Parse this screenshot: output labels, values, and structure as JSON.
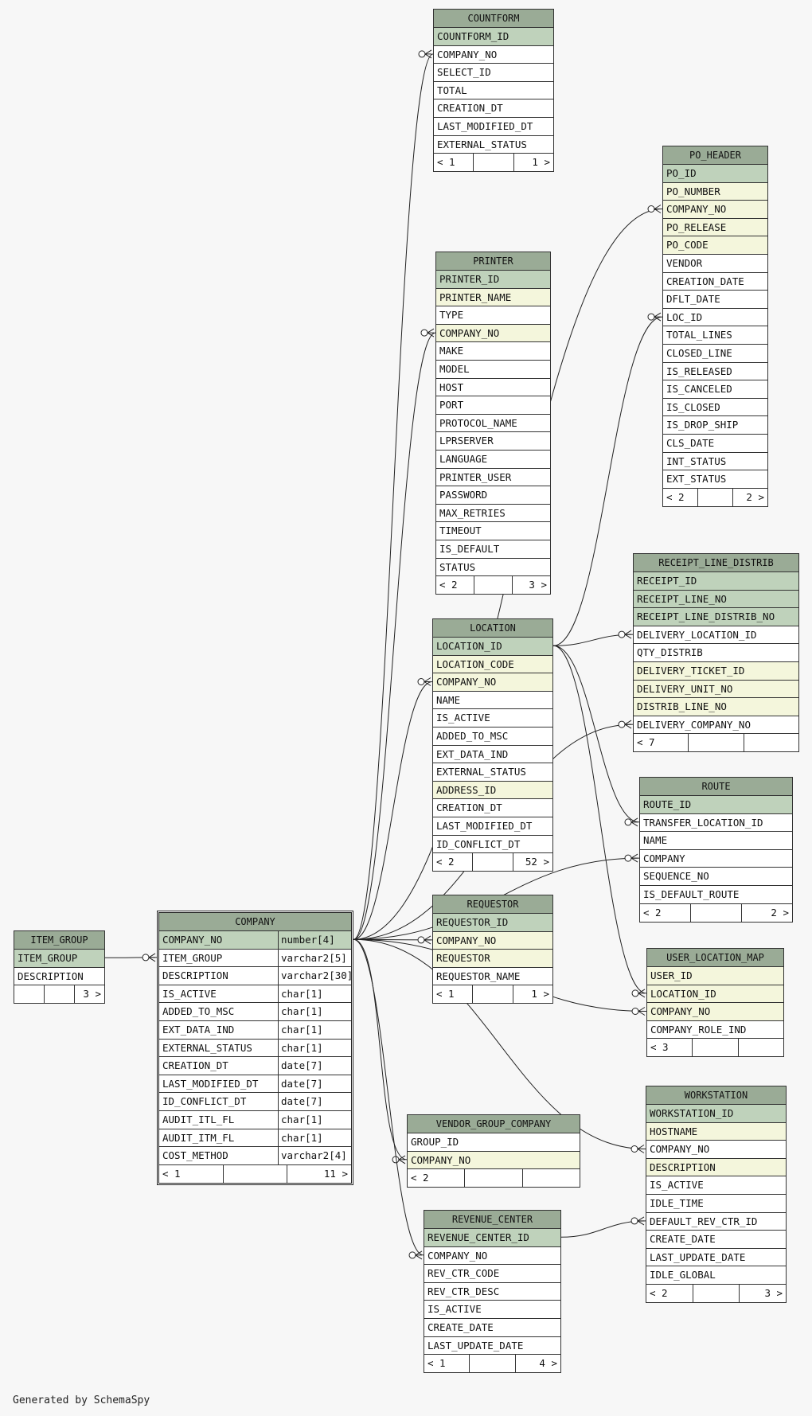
{
  "tables": [
    {
      "id": "countform",
      "name": "COUNTFORM",
      "columns": [
        {
          "name": "COUNTFORM_ID",
          "kind": "pk"
        },
        {
          "name": "COMPANY_NO",
          "kind": "plain"
        },
        {
          "name": "SELECT_ID",
          "kind": "plain"
        },
        {
          "name": "TOTAL",
          "kind": "plain"
        },
        {
          "name": "CREATION_DT",
          "kind": "plain"
        },
        {
          "name": "LAST_MODIFIED_DT",
          "kind": "plain"
        },
        {
          "name": "EXTERNAL_STATUS",
          "kind": "plain"
        }
      ],
      "footer": {
        "left": "< 1",
        "mid": "",
        "right": "1 >"
      }
    },
    {
      "id": "po_header",
      "name": "PO_HEADER",
      "columns": [
        {
          "name": "PO_ID",
          "kind": "pk"
        },
        {
          "name": "PO_NUMBER",
          "kind": "idx"
        },
        {
          "name": "COMPANY_NO",
          "kind": "idx"
        },
        {
          "name": "PO_RELEASE",
          "kind": "idx"
        },
        {
          "name": "PO_CODE",
          "kind": "idx"
        },
        {
          "name": "VENDOR",
          "kind": "plain"
        },
        {
          "name": "CREATION_DATE",
          "kind": "plain"
        },
        {
          "name": "DFLT_DATE",
          "kind": "plain"
        },
        {
          "name": "LOC_ID",
          "kind": "plain"
        },
        {
          "name": "TOTAL_LINES",
          "kind": "plain"
        },
        {
          "name": "CLOSED_LINE",
          "kind": "plain"
        },
        {
          "name": "IS_RELEASED",
          "kind": "plain"
        },
        {
          "name": "IS_CANCELED",
          "kind": "plain"
        },
        {
          "name": "IS_CLOSED",
          "kind": "plain"
        },
        {
          "name": "IS_DROP_SHIP",
          "kind": "plain"
        },
        {
          "name": "CLS_DATE",
          "kind": "plain"
        },
        {
          "name": "INT_STATUS",
          "kind": "plain"
        },
        {
          "name": "EXT_STATUS",
          "kind": "plain"
        }
      ],
      "footer": {
        "left": "< 2",
        "mid": "",
        "right": "2 >"
      }
    },
    {
      "id": "printer",
      "name": "PRINTER",
      "columns": [
        {
          "name": "PRINTER_ID",
          "kind": "pk"
        },
        {
          "name": "PRINTER_NAME",
          "kind": "idx"
        },
        {
          "name": "TYPE",
          "kind": "plain"
        },
        {
          "name": "COMPANY_NO",
          "kind": "idx"
        },
        {
          "name": "MAKE",
          "kind": "plain"
        },
        {
          "name": "MODEL",
          "kind": "plain"
        },
        {
          "name": "HOST",
          "kind": "plain"
        },
        {
          "name": "PORT",
          "kind": "plain"
        },
        {
          "name": "PROTOCOL_NAME",
          "kind": "plain"
        },
        {
          "name": "LPRSERVER",
          "kind": "plain"
        },
        {
          "name": "LANGUAGE",
          "kind": "plain"
        },
        {
          "name": "PRINTER_USER",
          "kind": "plain"
        },
        {
          "name": "PASSWORD",
          "kind": "plain"
        },
        {
          "name": "MAX_RETRIES",
          "kind": "plain"
        },
        {
          "name": "TIMEOUT",
          "kind": "plain"
        },
        {
          "name": "IS_DEFAULT",
          "kind": "plain"
        },
        {
          "name": "STATUS",
          "kind": "plain"
        }
      ],
      "footer": {
        "left": "< 2",
        "mid": "",
        "right": "3 >"
      }
    },
    {
      "id": "receipt_line_distrib",
      "name": "RECEIPT_LINE_DISTRIB",
      "columns": [
        {
          "name": "RECEIPT_ID",
          "kind": "pk"
        },
        {
          "name": "RECEIPT_LINE_NO",
          "kind": "pk"
        },
        {
          "name": "RECEIPT_LINE_DISTRIB_NO",
          "kind": "pk"
        },
        {
          "name": "DELIVERY_LOCATION_ID",
          "kind": "plain"
        },
        {
          "name": "QTY_DISTRIB",
          "kind": "plain"
        },
        {
          "name": "DELIVERY_TICKET_ID",
          "kind": "idx"
        },
        {
          "name": "DELIVERY_UNIT_NO",
          "kind": "idx"
        },
        {
          "name": "DISTRIB_LINE_NO",
          "kind": "idx"
        },
        {
          "name": "DELIVERY_COMPANY_NO",
          "kind": "plain"
        }
      ],
      "footer": {
        "left": "< 7",
        "mid": "",
        "right": ""
      }
    },
    {
      "id": "location",
      "name": "LOCATION",
      "columns": [
        {
          "name": "LOCATION_ID",
          "kind": "pk"
        },
        {
          "name": "LOCATION_CODE",
          "kind": "idx"
        },
        {
          "name": "COMPANY_NO",
          "kind": "idx"
        },
        {
          "name": "NAME",
          "kind": "plain"
        },
        {
          "name": "IS_ACTIVE",
          "kind": "plain"
        },
        {
          "name": "ADDED_TO_MSC",
          "kind": "plain"
        },
        {
          "name": "EXT_DATA_IND",
          "kind": "plain"
        },
        {
          "name": "EXTERNAL_STATUS",
          "kind": "plain"
        },
        {
          "name": "ADDRESS_ID",
          "kind": "idx"
        },
        {
          "name": "CREATION_DT",
          "kind": "plain"
        },
        {
          "name": "LAST_MODIFIED_DT",
          "kind": "plain"
        },
        {
          "name": "ID_CONFLICT_DT",
          "kind": "plain"
        }
      ],
      "footer": {
        "left": "< 2",
        "mid": "",
        "right": "52 >"
      }
    },
    {
      "id": "route",
      "name": "ROUTE",
      "columns": [
        {
          "name": "ROUTE_ID",
          "kind": "pk"
        },
        {
          "name": "TRANSFER_LOCATION_ID",
          "kind": "plain"
        },
        {
          "name": "NAME",
          "kind": "plain"
        },
        {
          "name": "COMPANY",
          "kind": "plain"
        },
        {
          "name": "SEQUENCE_NO",
          "kind": "plain"
        },
        {
          "name": "IS_DEFAULT_ROUTE",
          "kind": "plain"
        }
      ],
      "footer": {
        "left": "< 2",
        "mid": "",
        "right": "2 >"
      }
    },
    {
      "id": "requestor",
      "name": "REQUESTOR",
      "columns": [
        {
          "name": "REQUESTOR_ID",
          "kind": "pk"
        },
        {
          "name": "COMPANY_NO",
          "kind": "idx"
        },
        {
          "name": "REQUESTOR",
          "kind": "idx"
        },
        {
          "name": "REQUESTOR_NAME",
          "kind": "plain"
        }
      ],
      "footer": {
        "left": "< 1",
        "mid": "",
        "right": "1 >"
      }
    },
    {
      "id": "user_location_map",
      "name": "USER_LOCATION_MAP",
      "columns": [
        {
          "name": "USER_ID",
          "kind": "idx"
        },
        {
          "name": "LOCATION_ID",
          "kind": "idx"
        },
        {
          "name": "COMPANY_NO",
          "kind": "idx"
        },
        {
          "name": "COMPANY_ROLE_IND",
          "kind": "plain"
        }
      ],
      "footer": {
        "left": "< 3",
        "mid": "",
        "right": ""
      }
    },
    {
      "id": "item_group",
      "name": "ITEM_GROUP",
      "columns": [
        {
          "name": "ITEM_GROUP",
          "kind": "pk"
        },
        {
          "name": "DESCRIPTION",
          "kind": "plain"
        }
      ],
      "footer": {
        "left": "",
        "mid": "",
        "right": "3 >"
      }
    },
    {
      "id": "company",
      "name": "COMPANY",
      "main": true,
      "columns": [
        {
          "name": "COMPANY_NO",
          "type": "number[4]",
          "kind": "pk"
        },
        {
          "name": "ITEM_GROUP",
          "type": "varchar2[5]",
          "kind": "plain"
        },
        {
          "name": "DESCRIPTION",
          "type": "varchar2[30]",
          "kind": "plain"
        },
        {
          "name": "IS_ACTIVE",
          "type": "char[1]",
          "kind": "plain"
        },
        {
          "name": "ADDED_TO_MSC",
          "type": "char[1]",
          "kind": "plain"
        },
        {
          "name": "EXT_DATA_IND",
          "type": "char[1]",
          "kind": "plain"
        },
        {
          "name": "EXTERNAL_STATUS",
          "type": "char[1]",
          "kind": "plain"
        },
        {
          "name": "CREATION_DT",
          "type": "date[7]",
          "kind": "plain"
        },
        {
          "name": "LAST_MODIFIED_DT",
          "type": "date[7]",
          "kind": "plain"
        },
        {
          "name": "ID_CONFLICT_DT",
          "type": "date[7]",
          "kind": "plain"
        },
        {
          "name": "AUDIT_ITL_FL",
          "type": "char[1]",
          "kind": "plain"
        },
        {
          "name": "AUDIT_ITM_FL",
          "type": "char[1]",
          "kind": "plain"
        },
        {
          "name": "COST_METHOD",
          "type": "varchar2[4]",
          "kind": "plain"
        }
      ],
      "footer": {
        "left": "< 1",
        "mid": "",
        "right": "11 >"
      }
    },
    {
      "id": "workstation",
      "name": "WORKSTATION",
      "columns": [
        {
          "name": "WORKSTATION_ID",
          "kind": "pk"
        },
        {
          "name": "HOSTNAME",
          "kind": "idx"
        },
        {
          "name": "COMPANY_NO",
          "kind": "plain"
        },
        {
          "name": "DESCRIPTION",
          "kind": "idx"
        },
        {
          "name": "IS_ACTIVE",
          "kind": "plain"
        },
        {
          "name": "IDLE_TIME",
          "kind": "plain"
        },
        {
          "name": "DEFAULT_REV_CTR_ID",
          "kind": "plain"
        },
        {
          "name": "CREATE_DATE",
          "kind": "plain"
        },
        {
          "name": "LAST_UPDATE_DATE",
          "kind": "plain"
        },
        {
          "name": "IDLE_GLOBAL",
          "kind": "plain"
        }
      ],
      "footer": {
        "left": "< 2",
        "mid": "",
        "right": "3 >"
      }
    },
    {
      "id": "vendor_group_company",
      "name": "VENDOR_GROUP_COMPANY",
      "columns": [
        {
          "name": "GROUP_ID",
          "kind": "plain"
        },
        {
          "name": "COMPANY_NO",
          "kind": "idx"
        }
      ],
      "footer": {
        "left": "< 2",
        "mid": "",
        "right": ""
      }
    },
    {
      "id": "revenue_center",
      "name": "REVENUE_CENTER",
      "columns": [
        {
          "name": "REVENUE_CENTER_ID",
          "kind": "pk"
        },
        {
          "name": "COMPANY_NO",
          "kind": "plain"
        },
        {
          "name": "REV_CTR_CODE",
          "kind": "plain"
        },
        {
          "name": "REV_CTR_DESC",
          "kind": "plain"
        },
        {
          "name": "IS_ACTIVE",
          "kind": "plain"
        },
        {
          "name": "CREATE_DATE",
          "kind": "plain"
        },
        {
          "name": "LAST_UPDATE_DATE",
          "kind": "plain"
        }
      ],
      "footer": {
        "left": "< 1",
        "mid": "",
        "right": "4 >"
      }
    }
  ],
  "relationships": [
    {
      "from": "company.COMPANY_NO",
      "to": "countform.COMPANY_NO"
    },
    {
      "from": "company.COMPANY_NO",
      "to": "po_header.COMPANY_NO"
    },
    {
      "from": "company.COMPANY_NO",
      "to": "printer.COMPANY_NO"
    },
    {
      "from": "company.COMPANY_NO",
      "to": "location.COMPANY_NO"
    },
    {
      "from": "company.COMPANY_NO",
      "to": "requestor.COMPANY_NO"
    },
    {
      "from": "company.COMPANY_NO",
      "to": "route.COMPANY"
    },
    {
      "from": "company.COMPANY_NO",
      "to": "user_location_map.COMPANY_NO"
    },
    {
      "from": "company.COMPANY_NO",
      "to": "workstation.COMPANY_NO"
    },
    {
      "from": "company.COMPANY_NO",
      "to": "vendor_group_company.COMPANY_NO"
    },
    {
      "from": "company.COMPANY_NO",
      "to": "revenue_center.COMPANY_NO"
    },
    {
      "from": "company.COMPANY_NO",
      "to": "receipt_line_distrib.DELIVERY_COMPANY_NO"
    },
    {
      "from": "item_group.ITEM_GROUP",
      "to": "company.ITEM_GROUP"
    },
    {
      "from": "location.LOCATION_ID",
      "to": "po_header.LOC_ID"
    },
    {
      "from": "location.LOCATION_ID",
      "to": "receipt_line_distrib.DELIVERY_LOCATION_ID"
    },
    {
      "from": "location.LOCATION_ID",
      "to": "route.TRANSFER_LOCATION_ID"
    },
    {
      "from": "location.LOCATION_ID",
      "to": "user_location_map.LOCATION_ID"
    },
    {
      "from": "revenue_center.REVENUE_CENTER_ID",
      "to": "workstation.DEFAULT_REV_CTR_ID"
    }
  ],
  "generated_by": "Generated by SchemaSpy",
  "colors": {
    "header": "#9aab96",
    "pk": "#bfd2bb",
    "index": "#f4f6dc",
    "background": "#f7f7f7"
  }
}
